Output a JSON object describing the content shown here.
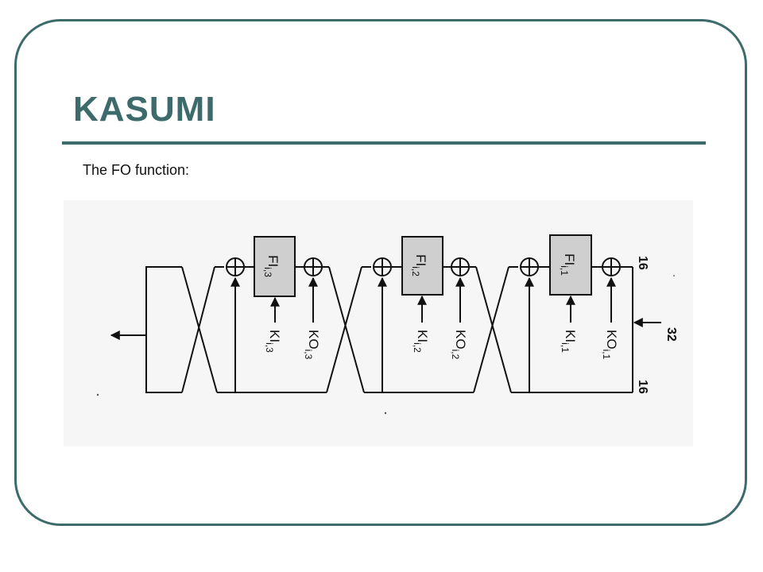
{
  "slide": {
    "title": "KASUMI",
    "subtitle": "The FO function:"
  },
  "diagram": {
    "rounds": [
      {
        "fi_label": "FI",
        "fi_sub": "i,3",
        "ki_label": "KI",
        "ki_sub": "i,3",
        "ko_label": "KO",
        "ko_sub": "i,3"
      },
      {
        "fi_label": "FI",
        "fi_sub": "i,2",
        "ki_label": "KI",
        "ki_sub": "i,2",
        "ko_label": "KO",
        "ko_sub": "i,2"
      },
      {
        "fi_label": "FI",
        "fi_sub": "i,1",
        "ki_label": "KI",
        "ki_sub": "i,1",
        "ko_label": "KO",
        "ko_sub": "i,1"
      }
    ],
    "bus_top_label": "16",
    "bus_bottom_label": "16",
    "input_label": "32",
    "colors": {
      "line": "#111111",
      "fi_box": "#cfcfcf",
      "background": "#f6f6f6"
    }
  }
}
